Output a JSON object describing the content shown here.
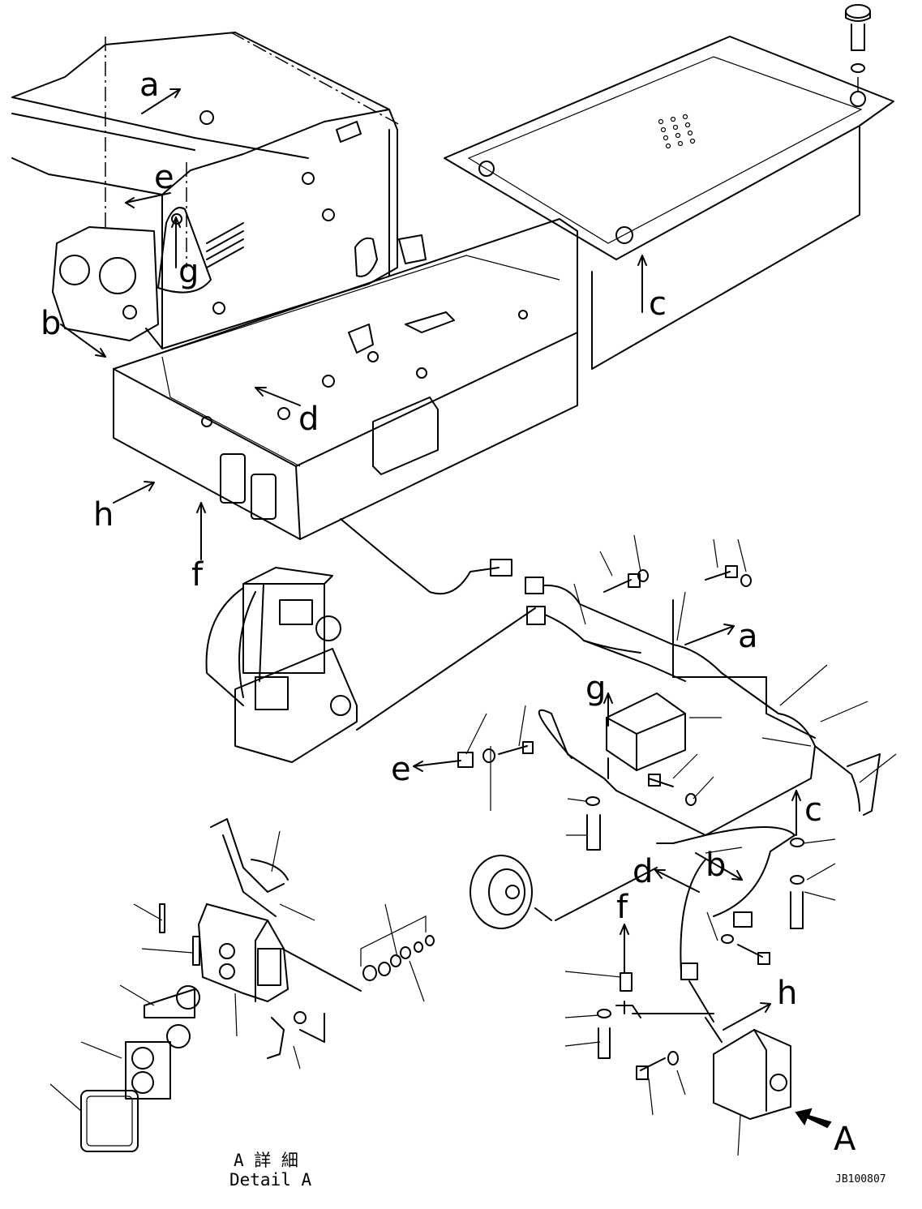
{
  "labels": {
    "frame": {
      "a": "a",
      "e": "e",
      "g": "g",
      "b": "b",
      "d": "d",
      "h": "h",
      "f": "f",
      "c": "c"
    },
    "harness": {
      "a": "a",
      "g": "g",
      "e": "e",
      "c": "c",
      "b": "b",
      "d": "d",
      "f": "f",
      "h": "h",
      "A": "A"
    }
  },
  "detail": {
    "title_jp": "A 詳 細",
    "title_en": "Detail A"
  },
  "drawing_code": "JB100807"
}
